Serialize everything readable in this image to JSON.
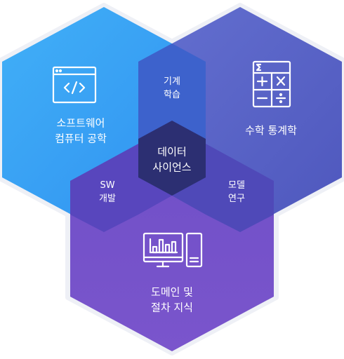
{
  "regions": {
    "software": {
      "line1": "소프트웨어",
      "line2": "컴퓨터 공학",
      "icon": "code-window-icon",
      "color": "#3aa4f2"
    },
    "math": {
      "line1": "수학 통계학",
      "icon": "calculator-icon",
      "color": "#5a66c8"
    },
    "domain": {
      "line1": "도메인 및",
      "line2": "절차 지식",
      "icon": "desktop-chart-icon",
      "color": "#6a48c0"
    }
  },
  "overlaps": {
    "ml": {
      "line1": "기계",
      "line2": "학습"
    },
    "sw_dev": {
      "line1": "SW",
      "line2": "개발"
    },
    "model": {
      "line1": "모델",
      "line2": "연구"
    },
    "center": {
      "line1": "데이터",
      "line2": "사이언스",
      "color": "#2c2f72"
    }
  }
}
